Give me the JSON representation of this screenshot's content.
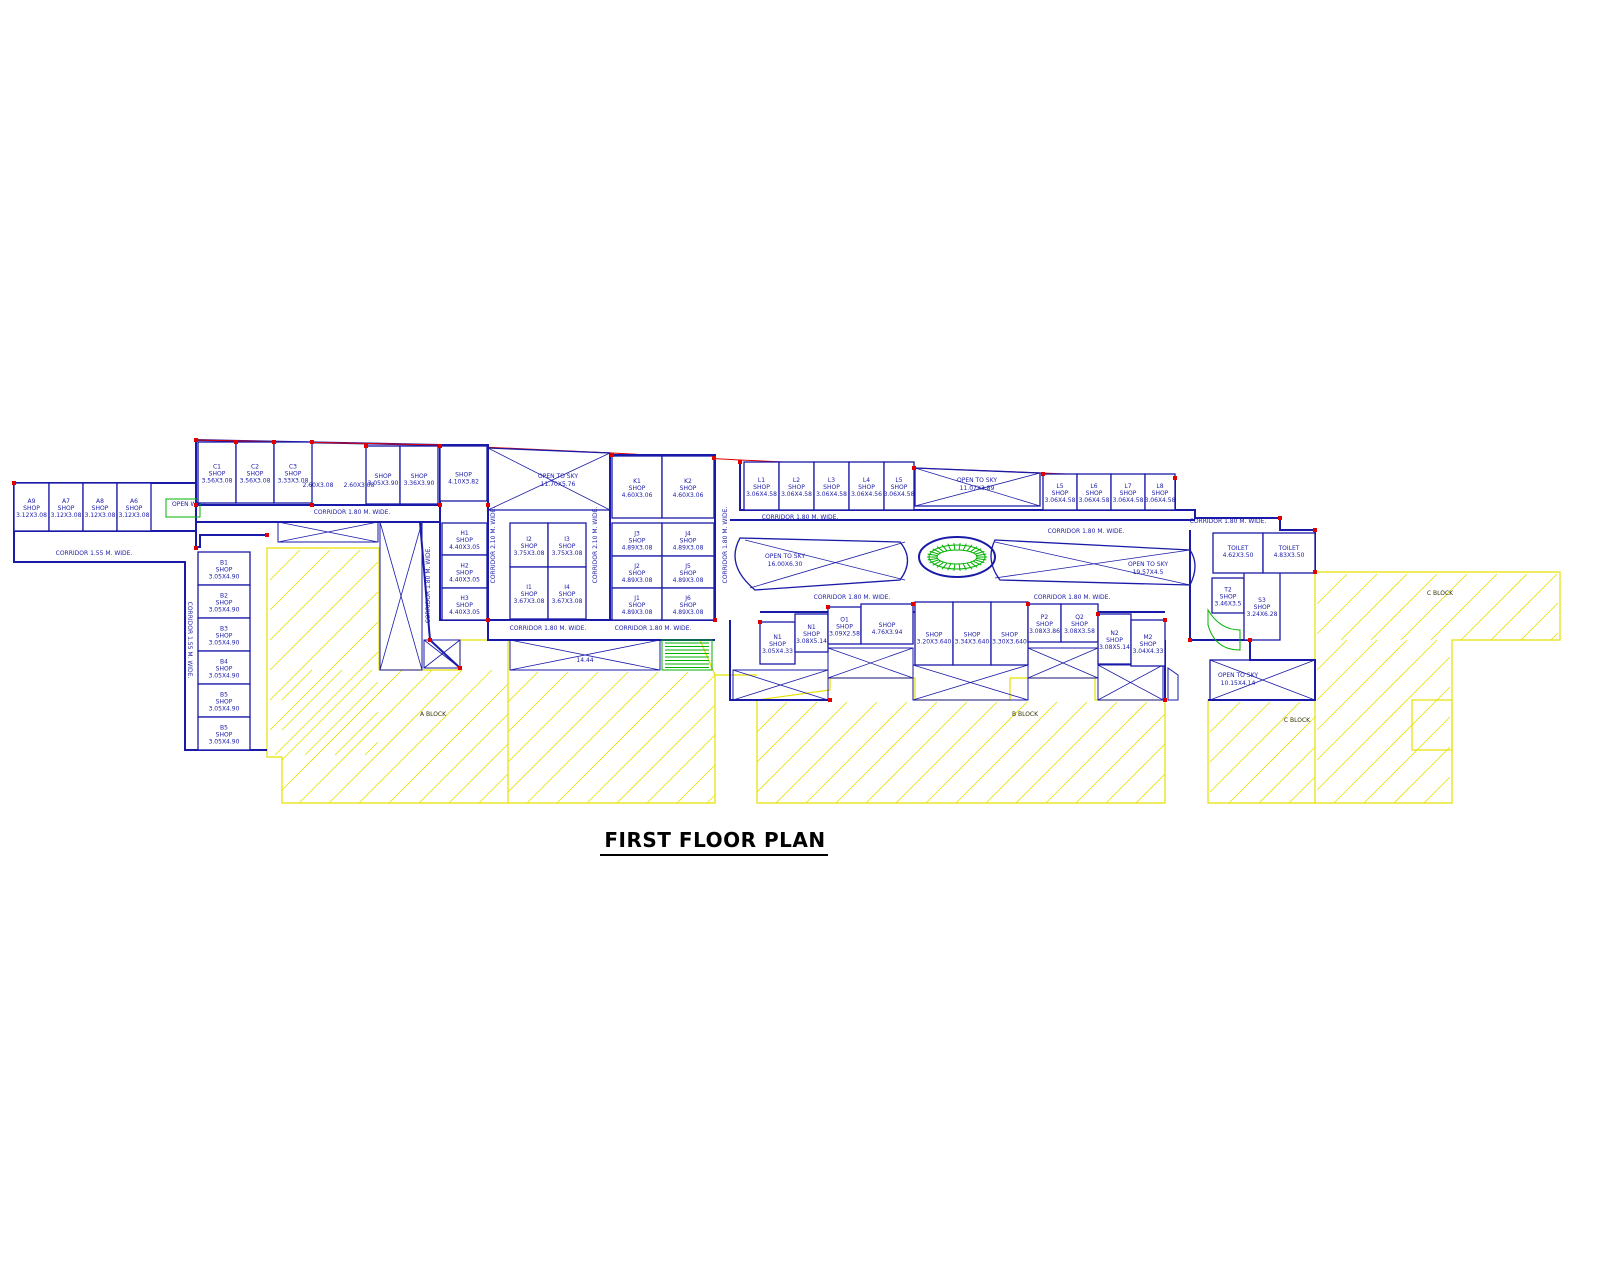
{
  "title": "FIRST FLOOR PLAN",
  "colors": {
    "wall": "#1a1aa8",
    "site": "#e6e000",
    "property_line": "#e00000",
    "stair": "#00b000",
    "column": "#e00000"
  },
  "blocks": [
    {
      "id": "a",
      "label": "A BLOCK"
    },
    {
      "id": "b",
      "label": "B BLOCK"
    },
    {
      "id": "c",
      "label": "C BLOCK"
    },
    {
      "id": "c2",
      "label": "C BLOCK"
    }
  ],
  "corridors": [
    {
      "id": "c1",
      "text": "CORRIDOR 1.55 M. WIDE."
    },
    {
      "id": "c2",
      "text": "CORRIDOR 1.80 M. WIDE."
    },
    {
      "id": "c3",
      "text": "CORRIDOR 1.55 M. WIDE."
    },
    {
      "id": "c4",
      "text": "CORRIDOR 1.80 M. WIDE."
    },
    {
      "id": "c5",
      "text": "CORRIDOR 2.10 M. WIDE."
    },
    {
      "id": "c6",
      "text": "CORRIDOR 1.80 M. WIDE."
    },
    {
      "id": "c7",
      "text": "CORRIDOR 2.10 M. WIDE."
    },
    {
      "id": "c8",
      "text": "CORRIDOR 1.80 M. WIDE."
    },
    {
      "id": "c9",
      "text": "CORRIDOR 1.80 M. WIDE."
    },
    {
      "id": "c10",
      "text": "CORRIDOR 1.80 M. WIDE."
    },
    {
      "id": "c11",
      "text": "CORRIDOR 1.80 M. WIDE."
    },
    {
      "id": "c12",
      "text": "CORRIDOR 1.80 M. WIDE."
    },
    {
      "id": "c13",
      "text": "CORRIDOR 1.80 M. WIDE."
    },
    {
      "id": "c14",
      "text": "CORRIDOR 1.80 M. WIDE."
    }
  ],
  "shops": [
    {
      "id": "A9",
      "l1": "A9",
      "l2": "SHOP",
      "l3": "3.12X3.08"
    },
    {
      "id": "A7",
      "l1": "A7",
      "l2": "SHOP",
      "l3": "3.12X3.08"
    },
    {
      "id": "A8",
      "l1": "A8",
      "l2": "SHOP",
      "l3": "3.12X3.08"
    },
    {
      "id": "A6",
      "l1": "A6",
      "l2": "SHOP",
      "l3": "3.12X3.08"
    },
    {
      "id": "C1",
      "l1": "C1",
      "l2": "SHOP",
      "l3": "3.56X3.08"
    },
    {
      "id": "C2",
      "l1": "C2",
      "l2": "SHOP",
      "l3": "3.56X3.08"
    },
    {
      "id": "C3",
      "l1": "C3",
      "l2": "SHOP",
      "l3": "3.33X3.08"
    },
    {
      "id": "D1",
      "l1": "",
      "l2": "SHOP",
      "l3": "3.05X3.90"
    },
    {
      "id": "D2",
      "l1": "",
      "l2": "SHOP",
      "l3": "3.36X3.90"
    },
    {
      "id": "D3",
      "l1": "",
      "l2": "SHOP",
      "l3": "4.10X3.82"
    },
    {
      "id": "K1",
      "l1": "K1",
      "l2": "SHOP",
      "l3": "4.60X3.06"
    },
    {
      "id": "K2",
      "l1": "K2",
      "l2": "SHOP",
      "l3": "4.60X3.06"
    },
    {
      "id": "L1",
      "l1": "L1",
      "l2": "SHOP",
      "l3": "3.06X4.58"
    },
    {
      "id": "L2",
      "l1": "L2",
      "l2": "SHOP",
      "l3": "3.06X4.58"
    },
    {
      "id": "L3",
      "l1": "L3",
      "l2": "SHOP",
      "l3": "3.06X4.58"
    },
    {
      "id": "L4",
      "l1": "L4",
      "l2": "SHOP",
      "l3": "3.06X4.56"
    },
    {
      "id": "L5",
      "l1": "L5",
      "l2": "SHOP",
      "l3": "3.06X4.58"
    },
    {
      "id": "L6",
      "l1": "L5",
      "l2": "SHOP",
      "l3": "3.06X4.58"
    },
    {
      "id": "L7",
      "l1": "L6",
      "l2": "SHOP",
      "l3": "3.06X4.58"
    },
    {
      "id": "L8",
      "l1": "L7",
      "l2": "SHOP",
      "l3": "3.06X4.58"
    },
    {
      "id": "L9",
      "l1": "L8",
      "l2": "SHOP",
      "l3": "3.06X4.58"
    },
    {
      "id": "B1",
      "l1": "B1",
      "l2": "SHOP",
      "l3": "3.05X4.90"
    },
    {
      "id": "B2",
      "l1": "B2",
      "l2": "SHOP",
      "l3": "3.05X4.90"
    },
    {
      "id": "B3",
      "l1": "B3",
      "l2": "SHOP",
      "l3": "3.05X4.90"
    },
    {
      "id": "B4",
      "l1": "B4",
      "l2": "SHOP",
      "l3": "3.05X4.90"
    },
    {
      "id": "B5",
      "l1": "B5",
      "l2": "SHOP",
      "l3": "3.05X4.90"
    },
    {
      "id": "B6",
      "l1": "B5",
      "l2": "SHOP",
      "l3": "3.05X4.90"
    },
    {
      "id": "H1",
      "l1": "H1",
      "l2": "SHOP",
      "l3": "4.40X3.05"
    },
    {
      "id": "H2",
      "l1": "H2",
      "l2": "SHOP",
      "l3": "4.40X3.05"
    },
    {
      "id": "H3",
      "l1": "H3",
      "l2": "SHOP",
      "l3": "4.40X3.05"
    },
    {
      "id": "I2",
      "l1": "I2",
      "l2": "SHOP",
      "l3": "3.75X3.08"
    },
    {
      "id": "I3",
      "l1": "I3",
      "l2": "SHOP",
      "l3": "3.75X3.08"
    },
    {
      "id": "I1",
      "l1": "I1",
      "l2": "SHOP",
      "l3": "3.67X3.08"
    },
    {
      "id": "I4",
      "l1": "I4",
      "l2": "SHOP",
      "l3": "3.67X3.08"
    },
    {
      "id": "J3",
      "l1": "J3",
      "l2": "SHOP",
      "l3": "4.89X3.08"
    },
    {
      "id": "J4",
      "l1": "J4",
      "l2": "SHOP",
      "l3": "4.89X3.08"
    },
    {
      "id": "J2",
      "l1": "J2",
      "l2": "SHOP",
      "l3": "4.89X3.08"
    },
    {
      "id": "J5",
      "l1": "J5",
      "l2": "SHOP",
      "l3": "4.89X3.08"
    },
    {
      "id": "J1",
      "l1": "J1",
      "l2": "SHOP",
      "l3": "4.89X3.08"
    },
    {
      "id": "J6",
      "l1": "J6",
      "l2": "SHOP",
      "l3": "4.89X3.08"
    },
    {
      "id": "N1a",
      "l1": "N1",
      "l2": "SHOP",
      "l3": "3.05X4.33"
    },
    {
      "id": "N1b",
      "l1": "N1",
      "l2": "SHOP",
      "l3": "3.08X5.14"
    },
    {
      "id": "O1",
      "l1": "O1",
      "l2": "SHOP",
      "l3": "3.09X2.58"
    },
    {
      "id": "O2",
      "l1": "",
      "l2": "SHOP",
      "l3": "4.76X3.94"
    },
    {
      "id": "P1",
      "l1": "",
      "l2": "SHOP",
      "l3": "3.20X3.640"
    },
    {
      "id": "P2",
      "l1": "",
      "l2": "SHOP",
      "l3": "3.34X3.640"
    },
    {
      "id": "P3",
      "l1": "",
      "l2": "SHOP",
      "l3": "3.30X3.640"
    },
    {
      "id": "P4",
      "l1": "P2",
      "l2": "SHOP",
      "l3": "3.08X3.86"
    },
    {
      "id": "Q2",
      "l1": "Q2",
      "l2": "SHOP",
      "l3": "3.08X3.58"
    },
    {
      "id": "N2",
      "l1": "N2",
      "l2": "SHOP",
      "l3": "3.08X5.14"
    },
    {
      "id": "M2",
      "l1": "M2",
      "l2": "SHOP",
      "l3": "3.04X4.33"
    },
    {
      "id": "T2",
      "l1": "T2",
      "l2": "SHOP",
      "l3": "3.46X3.5"
    },
    {
      "id": "S3",
      "l1": "S3",
      "l2": "SHOP",
      "l3": "3.24X6.28"
    }
  ],
  "toilets": [
    {
      "id": "t1",
      "l1": "TOILET",
      "l2": "4.62X3.50"
    },
    {
      "id": "t2",
      "l1": "TOILET",
      "l2": "4.83X3.50"
    }
  ],
  "open_to_sky": [
    {
      "id": "o1",
      "l1": "OPEN TO SKY",
      "l2": "11.70X5.76"
    },
    {
      "id": "o2",
      "l1": "OPEN TO SKY",
      "l2": "11.07X3.89"
    },
    {
      "id": "o3",
      "l1": "OPEN TO SKY",
      "l2": "16.00X6.30"
    },
    {
      "id": "o4",
      "l1": "OPEN TO SKY",
      "l2": "19.57X4.5"
    },
    {
      "id": "o5",
      "l1": "OPEN TO SKY",
      "l2": "10.15X4.14"
    }
  ],
  "misc": [
    {
      "id": "m1",
      "text": "2.60X3.08"
    },
    {
      "id": "m2",
      "text": "2.60X3.08"
    },
    {
      "id": "m3",
      "text": "14.44"
    },
    {
      "id": "m4",
      "text": "OPEN WELL"
    }
  ]
}
